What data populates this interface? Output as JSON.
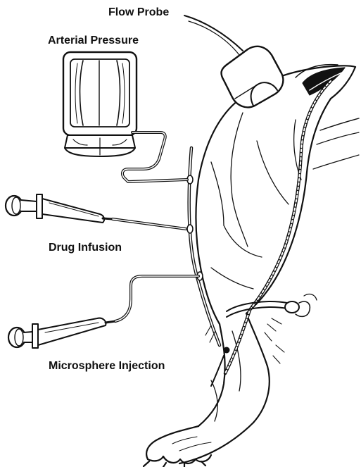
{
  "labels": {
    "flow_probe": "Flow Probe",
    "arterial_pressure": "Arterial Pressure",
    "drug_infusion": "Drug Infusion",
    "microsphere_injection": "Microsphere Injection"
  },
  "colors": {
    "ink": "#111111",
    "background": "#ffffff"
  }
}
